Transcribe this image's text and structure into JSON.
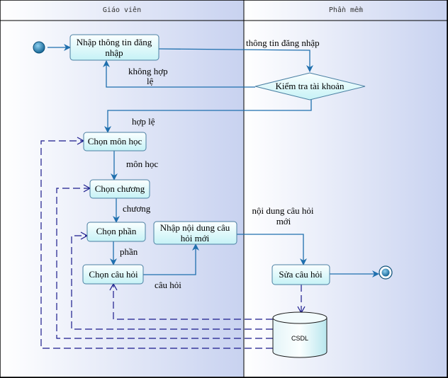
{
  "lanes": [
    {
      "id": "teacher",
      "title": "Giáo viên"
    },
    {
      "id": "software",
      "title": "Phần mềm"
    }
  ],
  "nodes": {
    "login": {
      "lines": [
        "Nhập thông tin đăng",
        "nhập"
      ]
    },
    "check": {
      "label": "Kiểm tra tài khoản"
    },
    "subject": {
      "label": "Chọn môn học"
    },
    "chapter": {
      "label": "Chọn chương"
    },
    "section": {
      "label": "Chọn phần"
    },
    "question": {
      "label": "Chọn câu hỏi"
    },
    "enter_content": {
      "lines": [
        "Nhập nội dung câu",
        "hỏi mới"
      ]
    },
    "edit": {
      "label": "Sửa câu hỏi"
    },
    "db": {
      "label": "CSDL"
    }
  },
  "edges": {
    "login_info": {
      "lines": [
        "thông tin đăng nhập"
      ]
    },
    "invalid": {
      "lines": [
        "không hợp",
        "lệ"
      ]
    },
    "valid": {
      "lines": [
        "hợp lệ"
      ]
    },
    "subject": {
      "lines": [
        "môn học"
      ]
    },
    "chapter": {
      "lines": [
        "chương"
      ]
    },
    "section": {
      "lines": [
        "phần"
      ]
    },
    "question": {
      "lines": [
        "câu hỏi"
      ]
    },
    "new_content": {
      "lines": [
        "nội dung câu hỏi",
        "mới"
      ]
    }
  },
  "colors": {
    "lane_bg_light": "#ffffff",
    "lane_bg_dark": "#c8d2f0",
    "node_fill_top": "#fbffff",
    "node_fill_bottom": "#c6f2f6",
    "node_stroke": "#4a7fa2",
    "flow_line": "#1f6fae",
    "data_line": "#1a1a8c",
    "start_fill": "#1d7fb0"
  }
}
